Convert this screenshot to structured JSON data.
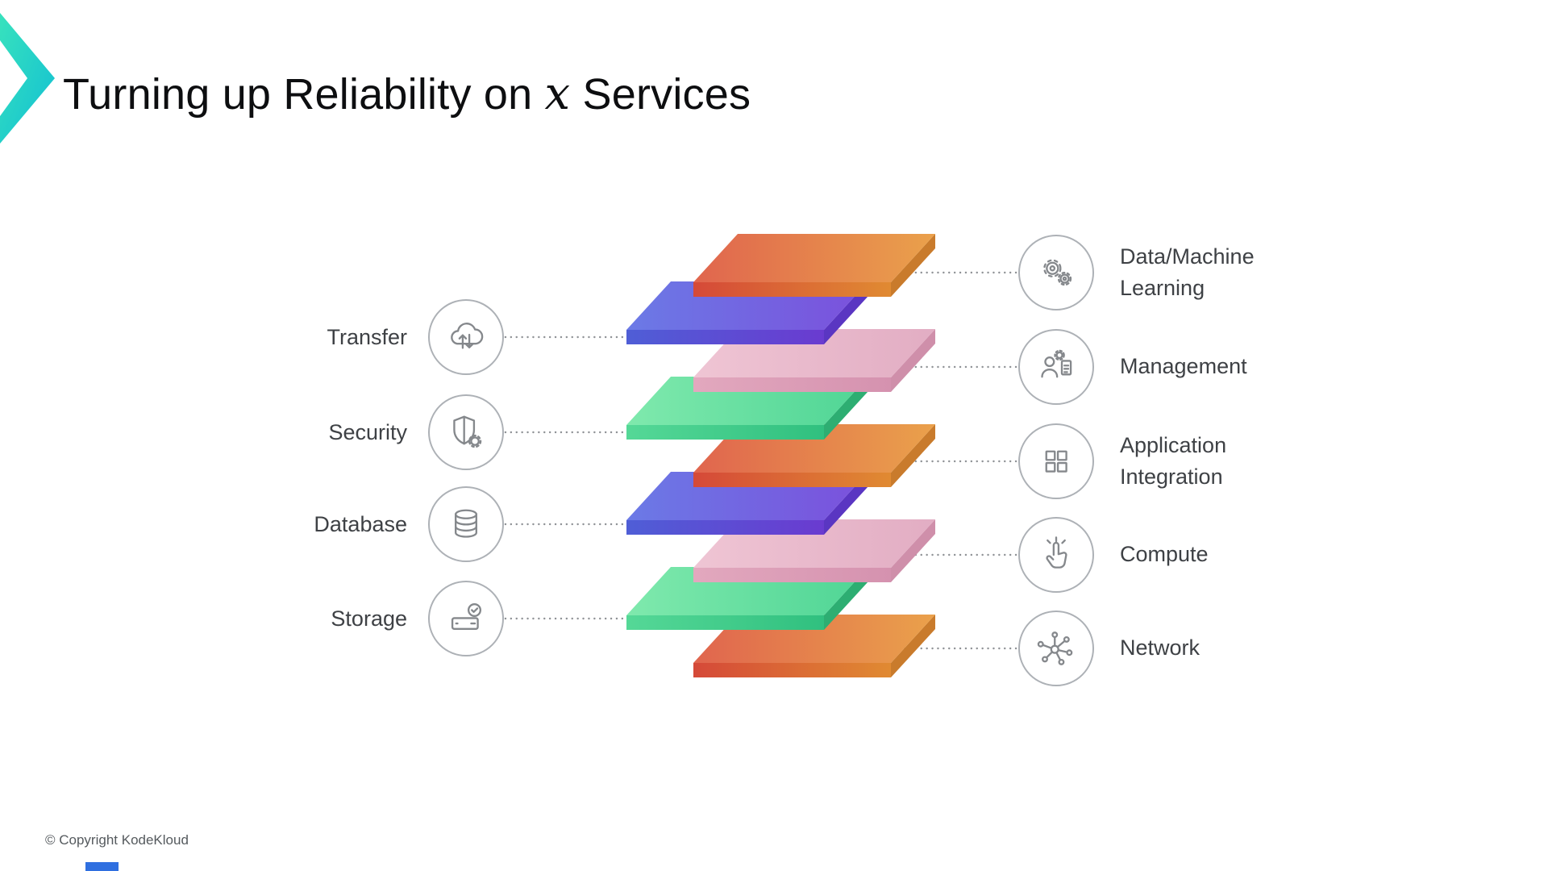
{
  "slide": {
    "title": {
      "prefix": "Turning up Reliability on ",
      "emphasis": "x",
      "suffix": " Services"
    },
    "copyright": "© Copyright KodeKloud"
  },
  "left_items": [
    {
      "label": "Transfer",
      "icon": "transfer-cloud-arrows-icon"
    },
    {
      "label": "Security",
      "icon": "security-shield-gear-icon"
    },
    {
      "label": "Database",
      "icon": "database-cylinder-icon"
    },
    {
      "label": "Storage",
      "icon": "storage-drive-check-icon"
    }
  ],
  "right_items": [
    {
      "label_line1": "Data/Machine",
      "label_line2": "Learning",
      "icon": "machine-learning-gears-icon"
    },
    {
      "label_line1": "Management",
      "label_line2": "",
      "icon": "management-person-clipboard-icon"
    },
    {
      "label_line1": "Application",
      "label_line2": "Integration",
      "icon": "application-integration-grid-icon"
    },
    {
      "label_line1": "Compute",
      "label_line2": "",
      "icon": "compute-hand-tap-icon"
    },
    {
      "label_line1": "Network",
      "label_line2": "",
      "icon": "network-nodes-icon"
    }
  ],
  "stack": {
    "layers": [
      {
        "name": "layer-1",
        "color": "orange",
        "side": "right"
      },
      {
        "name": "layer-2",
        "color": "blue",
        "side": "left"
      },
      {
        "name": "layer-3",
        "color": "pink",
        "side": "right"
      },
      {
        "name": "layer-4",
        "color": "green",
        "side": "left"
      },
      {
        "name": "layer-5",
        "color": "orange",
        "side": "right"
      },
      {
        "name": "layer-6",
        "color": "blue",
        "side": "left"
      },
      {
        "name": "layer-7",
        "color": "pink",
        "side": "right"
      },
      {
        "name": "layer-8",
        "color": "green",
        "side": "left"
      },
      {
        "name": "layer-9",
        "color": "orange",
        "side": "right"
      }
    ],
    "palette": {
      "orange": {
        "top1": "#e0654e",
        "top2": "#eaa14b",
        "front1": "#d54938",
        "front2": "#e08a32",
        "side": "#c97b2c"
      },
      "blue": {
        "top1": "#6b7ae6",
        "top2": "#7b50dc",
        "front1": "#4f5ed6",
        "front2": "#6a3bd0",
        "side": "#5a36c2"
      },
      "pink": {
        "top1": "#efc5d4",
        "top2": "#e2adc3",
        "front1": "#e2a8be",
        "front2": "#d592af",
        "side": "#cf8faa"
      },
      "green": {
        "top1": "#7fe9ad",
        "top2": "#4fd595",
        "front1": "#55d897",
        "front2": "#30c07f",
        "side": "#2dae72"
      }
    }
  },
  "decor": {
    "accent_chevron_color_1": "#38e2bd",
    "accent_chevron_color_2": "#11bfd4",
    "bottom_bar_color": "#2f6fe0",
    "connector_color": "#8f9296"
  }
}
